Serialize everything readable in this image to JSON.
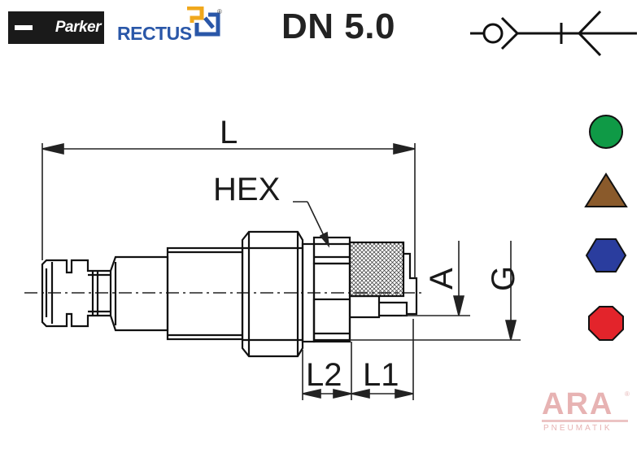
{
  "header": {
    "title": "DN 5.0",
    "brand_parker": "Parker",
    "brand_rectus": "RECTUS",
    "registered_mark": "®"
  },
  "drawing": {
    "dim_L": "L",
    "label_hex": "HEX",
    "dim_A": "A",
    "dim_G": "G",
    "dim_L1": "L1",
    "dim_L2": "L2"
  },
  "legend": {
    "shapes": [
      {
        "shape": "circle",
        "color": "#0f9a46"
      },
      {
        "shape": "triangle",
        "color": "#8a5a2b"
      },
      {
        "shape": "hexagon",
        "color": "#2a3d9e"
      },
      {
        "shape": "octagon",
        "color": "#e3242b"
      }
    ]
  },
  "footer": {
    "brand_ara": "ARA",
    "brand_ara_sub": "PNEUMATIK",
    "registered_mark": "®"
  }
}
